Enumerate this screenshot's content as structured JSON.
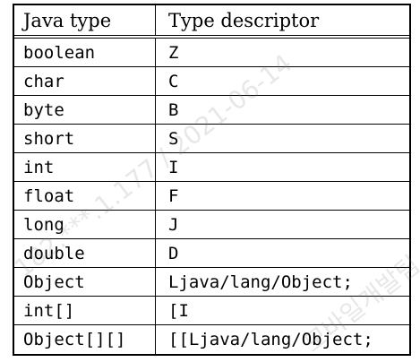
{
  "table": {
    "headers": {
      "java_type": "Java type",
      "type_descriptor": "Type descriptor"
    },
    "rows": [
      {
        "java_type": "boolean",
        "descriptor": "Z"
      },
      {
        "java_type": "char",
        "descriptor": "C"
      },
      {
        "java_type": "byte",
        "descriptor": "B"
      },
      {
        "java_type": "short",
        "descriptor": "S"
      },
      {
        "java_type": "int",
        "descriptor": "I"
      },
      {
        "java_type": "float",
        "descriptor": "F"
      },
      {
        "java_type": "long",
        "descriptor": "J"
      },
      {
        "java_type": "double",
        "descriptor": "D"
      },
      {
        "java_type": "Object",
        "descriptor": "Ljava/lang/Object;"
      },
      {
        "java_type": "int[]",
        "descriptor": "[I"
      },
      {
        "java_type": "Object[][]",
        "descriptor": "[[Ljava/lang/Object;"
      }
    ]
  },
  "watermark": {
    "line1": "182.***.1.177 / 2021-06-14",
    "line2": "모바일개발팀"
  }
}
